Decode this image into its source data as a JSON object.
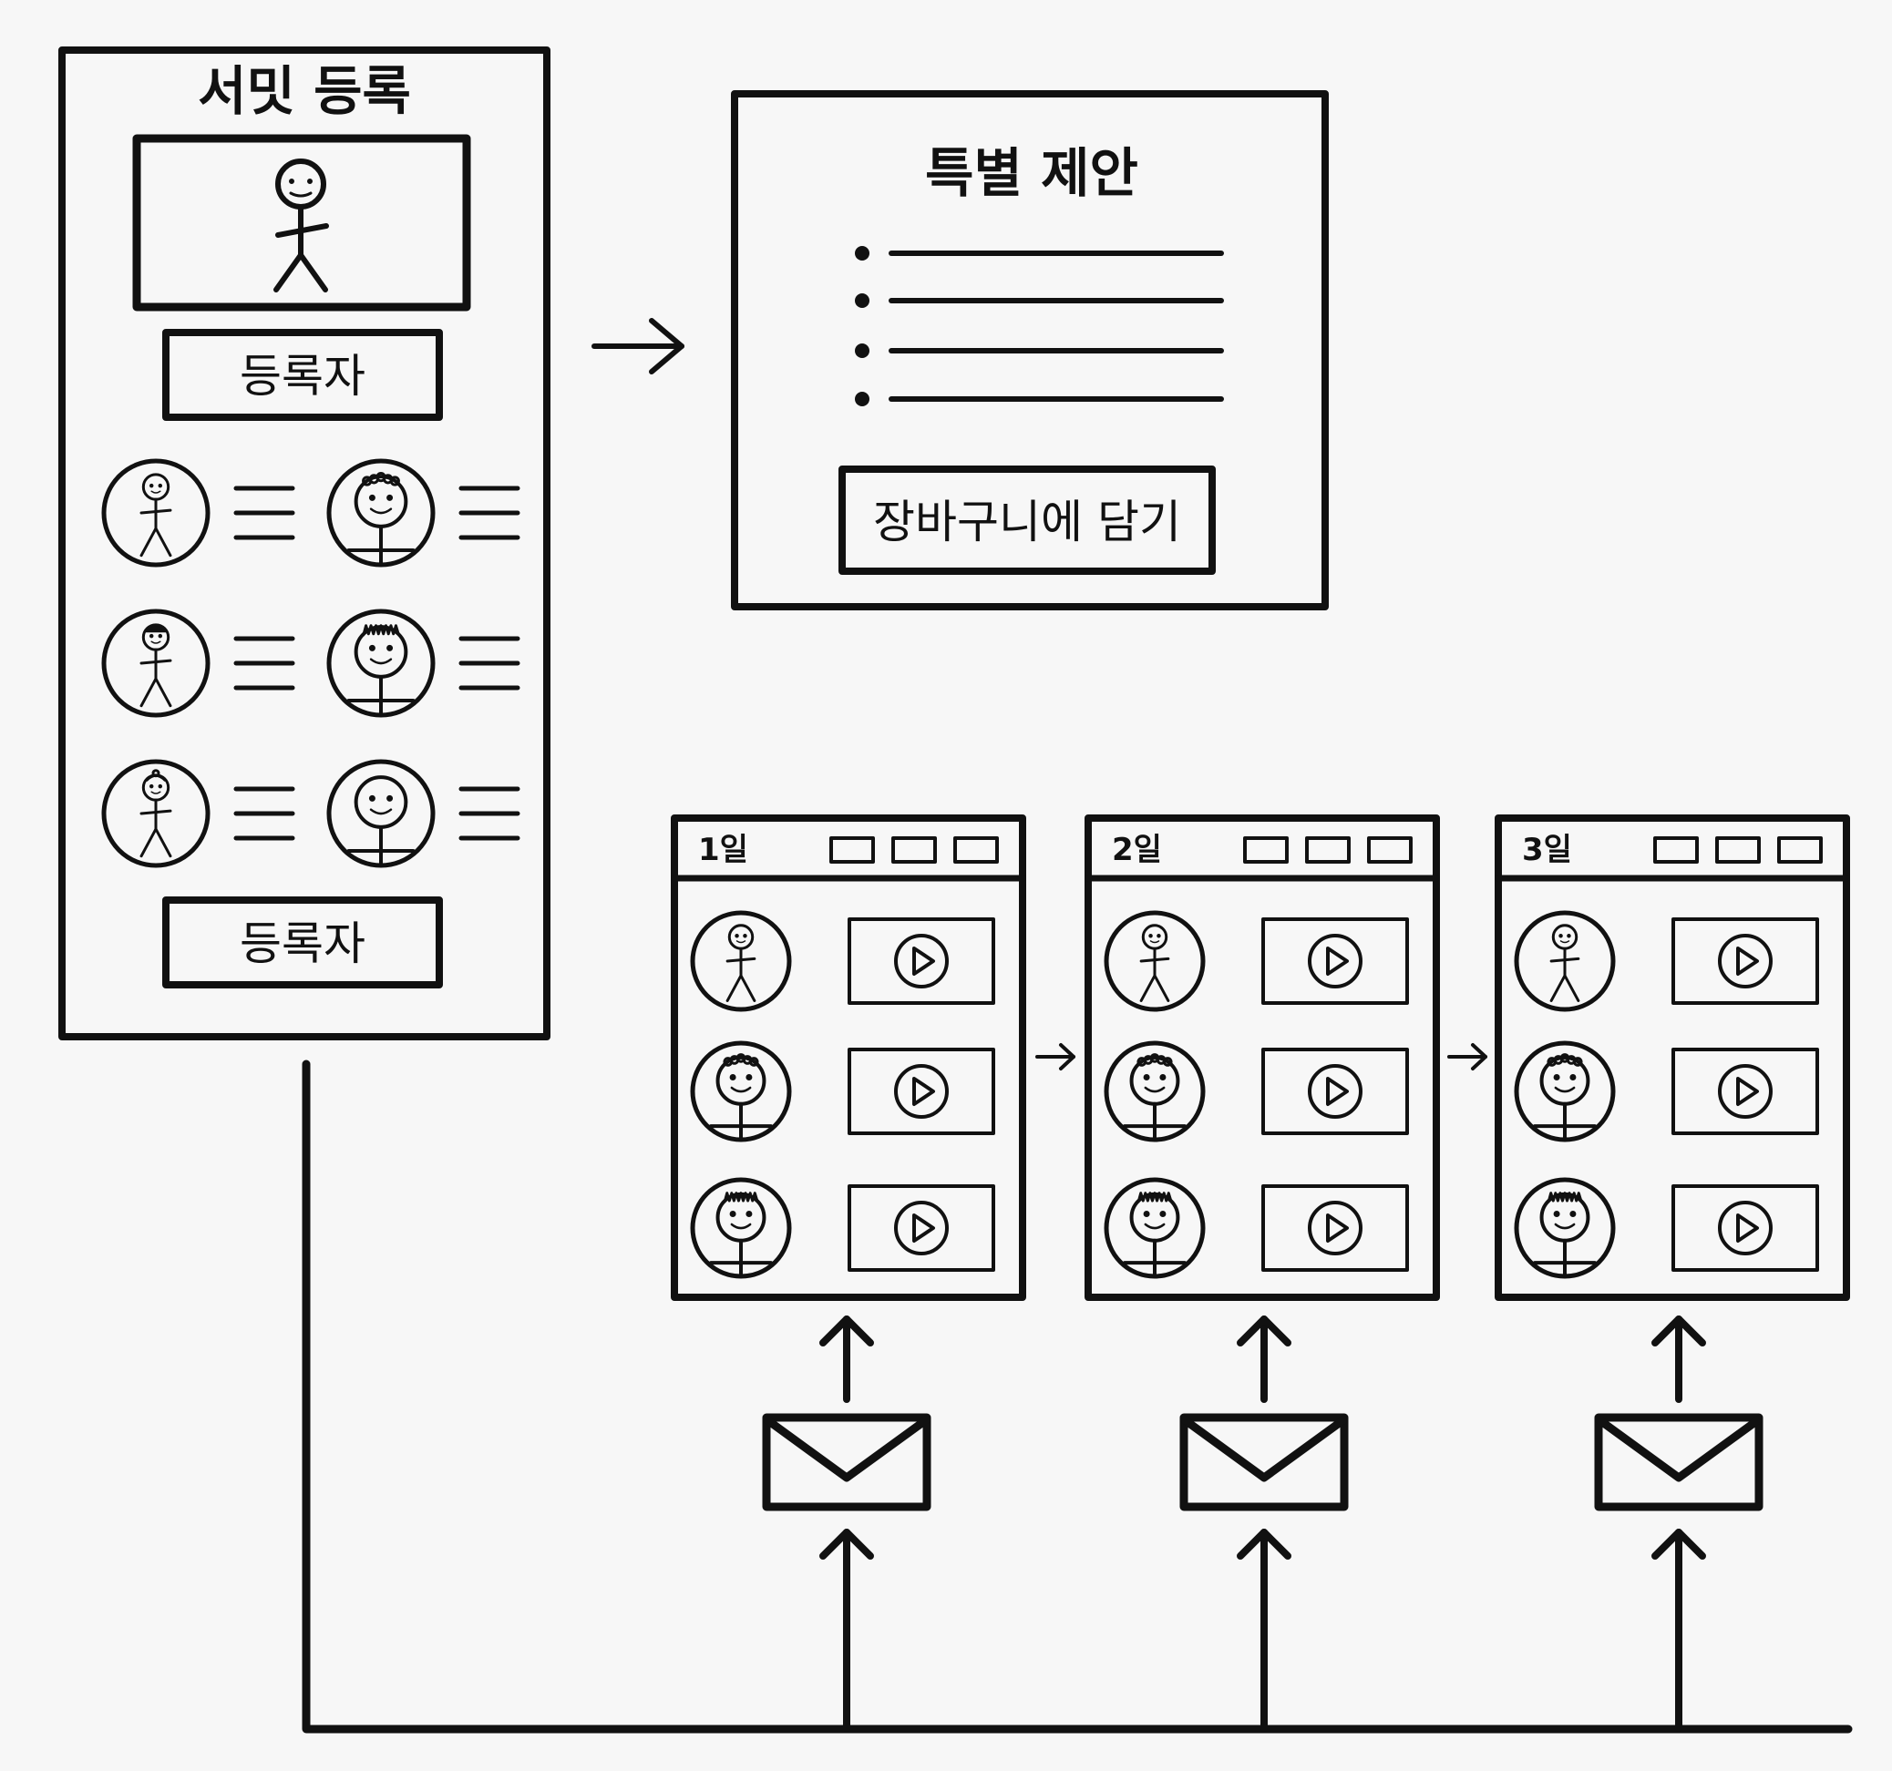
{
  "registration_page": {
    "title": "서밋 등록",
    "register_button_top": "등록자",
    "register_button_bottom": "등록자",
    "speakers": [
      {
        "hair": "none"
      },
      {
        "hair": "curly"
      },
      {
        "hair": "cap"
      },
      {
        "hair": "spiky"
      },
      {
        "hair": "bun"
      },
      {
        "hair": "none"
      }
    ]
  },
  "special_offer": {
    "title": "특별 제안",
    "bullet_count": 4,
    "cart_button": "장바구니에 담기"
  },
  "days": [
    {
      "label": "1일",
      "speakers": [
        "none",
        "curly",
        "spiky"
      ]
    },
    {
      "label": "2일",
      "speakers": [
        "none",
        "curly",
        "spiky"
      ]
    },
    {
      "label": "3일",
      "speakers": [
        "none",
        "curly",
        "spiky"
      ]
    }
  ]
}
